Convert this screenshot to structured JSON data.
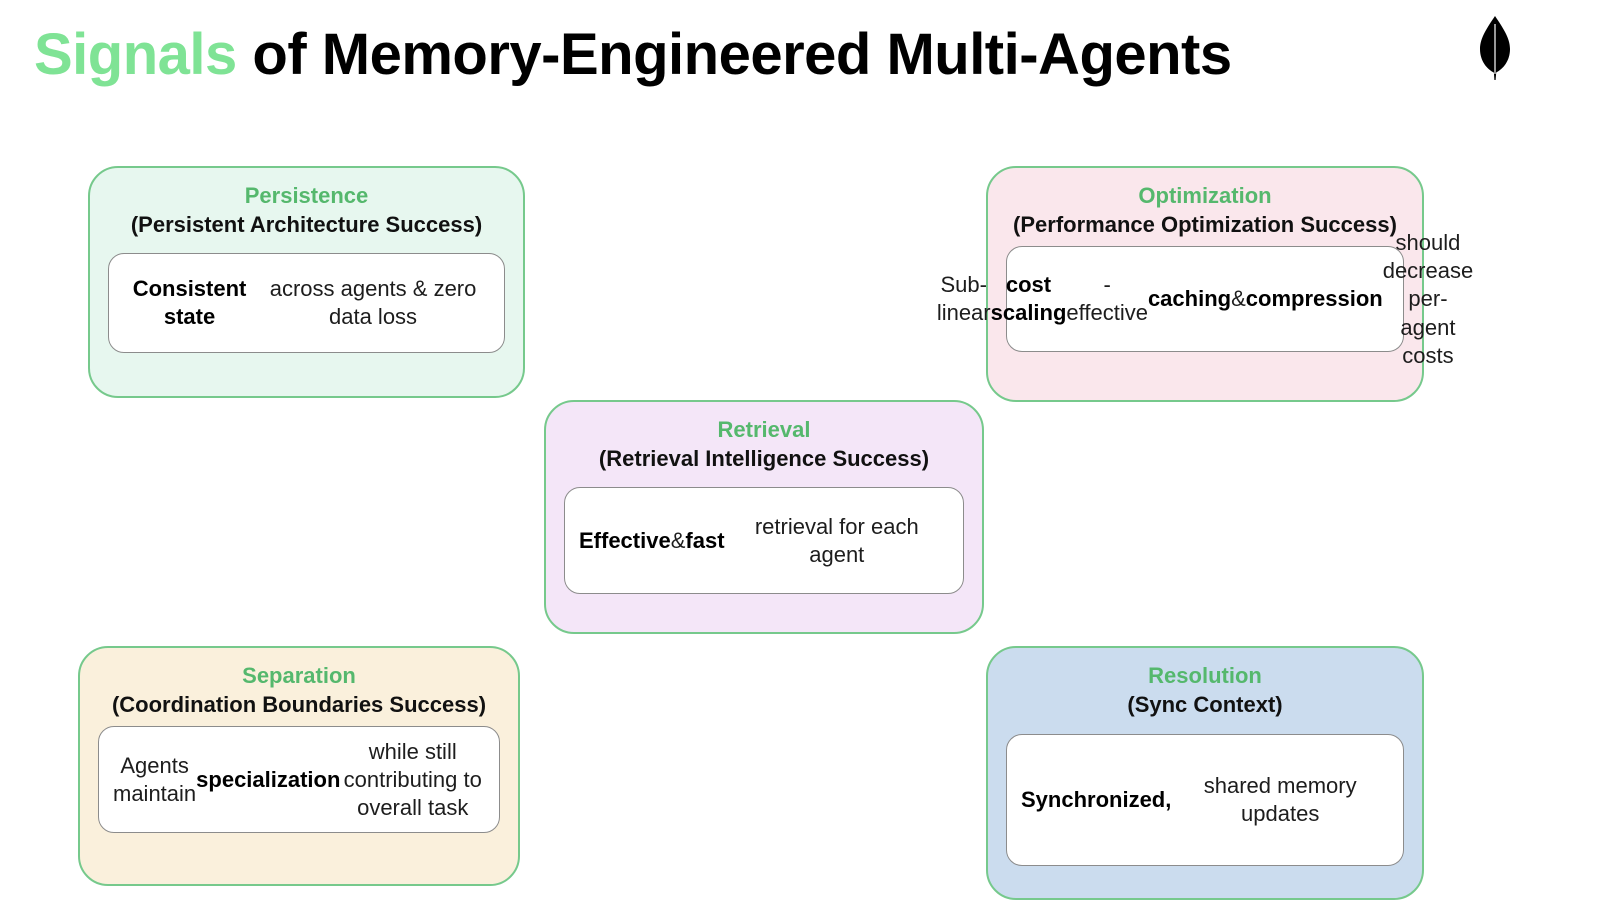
{
  "slide": {
    "title": {
      "accent_text": "Signals",
      "rest_text": " of Memory-Engineered Multi-Agents",
      "accent_color": "#7FE395",
      "rest_color": "#000000"
    },
    "logo": {
      "name": "mongodb-leaf-logo",
      "color": "#000000"
    },
    "background_color": "#FFFFFF",
    "card_border_color": "#76C98C",
    "card_title_color": "#55B86D",
    "inner_box_border_color": "#8C8C8C",
    "inner_box_background": "#FFFFFF"
  },
  "cards": [
    {
      "id": "persistence",
      "title": "Persistence",
      "subtitle": "(Persistent Architecture Success)",
      "body_html": "<b>Consistent state</b> across agents &amp; zero data loss",
      "body_plain": "Consistent state across agents & zero data loss",
      "fill_color": "#E7F7EF"
    },
    {
      "id": "optimization",
      "title": "Optimization",
      "subtitle": "(Performance Optimization Success)",
      "body_html": "Sub-linear <b>cost scaling</b> - effective <b>caching</b> &amp; <b>compression</b> should decrease per-agent costs",
      "body_plain": "Sub-linear cost scaling - effective caching & compression should decrease per-agent costs",
      "fill_color": "#FAE7EC"
    },
    {
      "id": "retrieval",
      "title": "Retrieval",
      "subtitle": "(Retrieval Intelligence Success)",
      "body_html": "<b>Effective</b> &amp; <b>fast</b> retrieval for each agent",
      "body_plain": "Effective & fast retrieval for each agent",
      "fill_color": "#F4E6F8"
    },
    {
      "id": "separation",
      "title": "Separation",
      "subtitle": "(Coordination Boundaries Success)",
      "body_html": "Agents maintain <b>specialization</b> while still contributing to overall task",
      "body_plain": "Agents maintain specialization while still contributing to overall task",
      "fill_color": "#FAF0DC"
    },
    {
      "id": "resolution",
      "title": "Resolution",
      "subtitle": "(Sync Context)",
      "body_html": "<b>Synchronized,</b> shared memory updates",
      "body_plain": "Synchronized, shared memory updates",
      "fill_color": "#CBDCEE"
    }
  ]
}
